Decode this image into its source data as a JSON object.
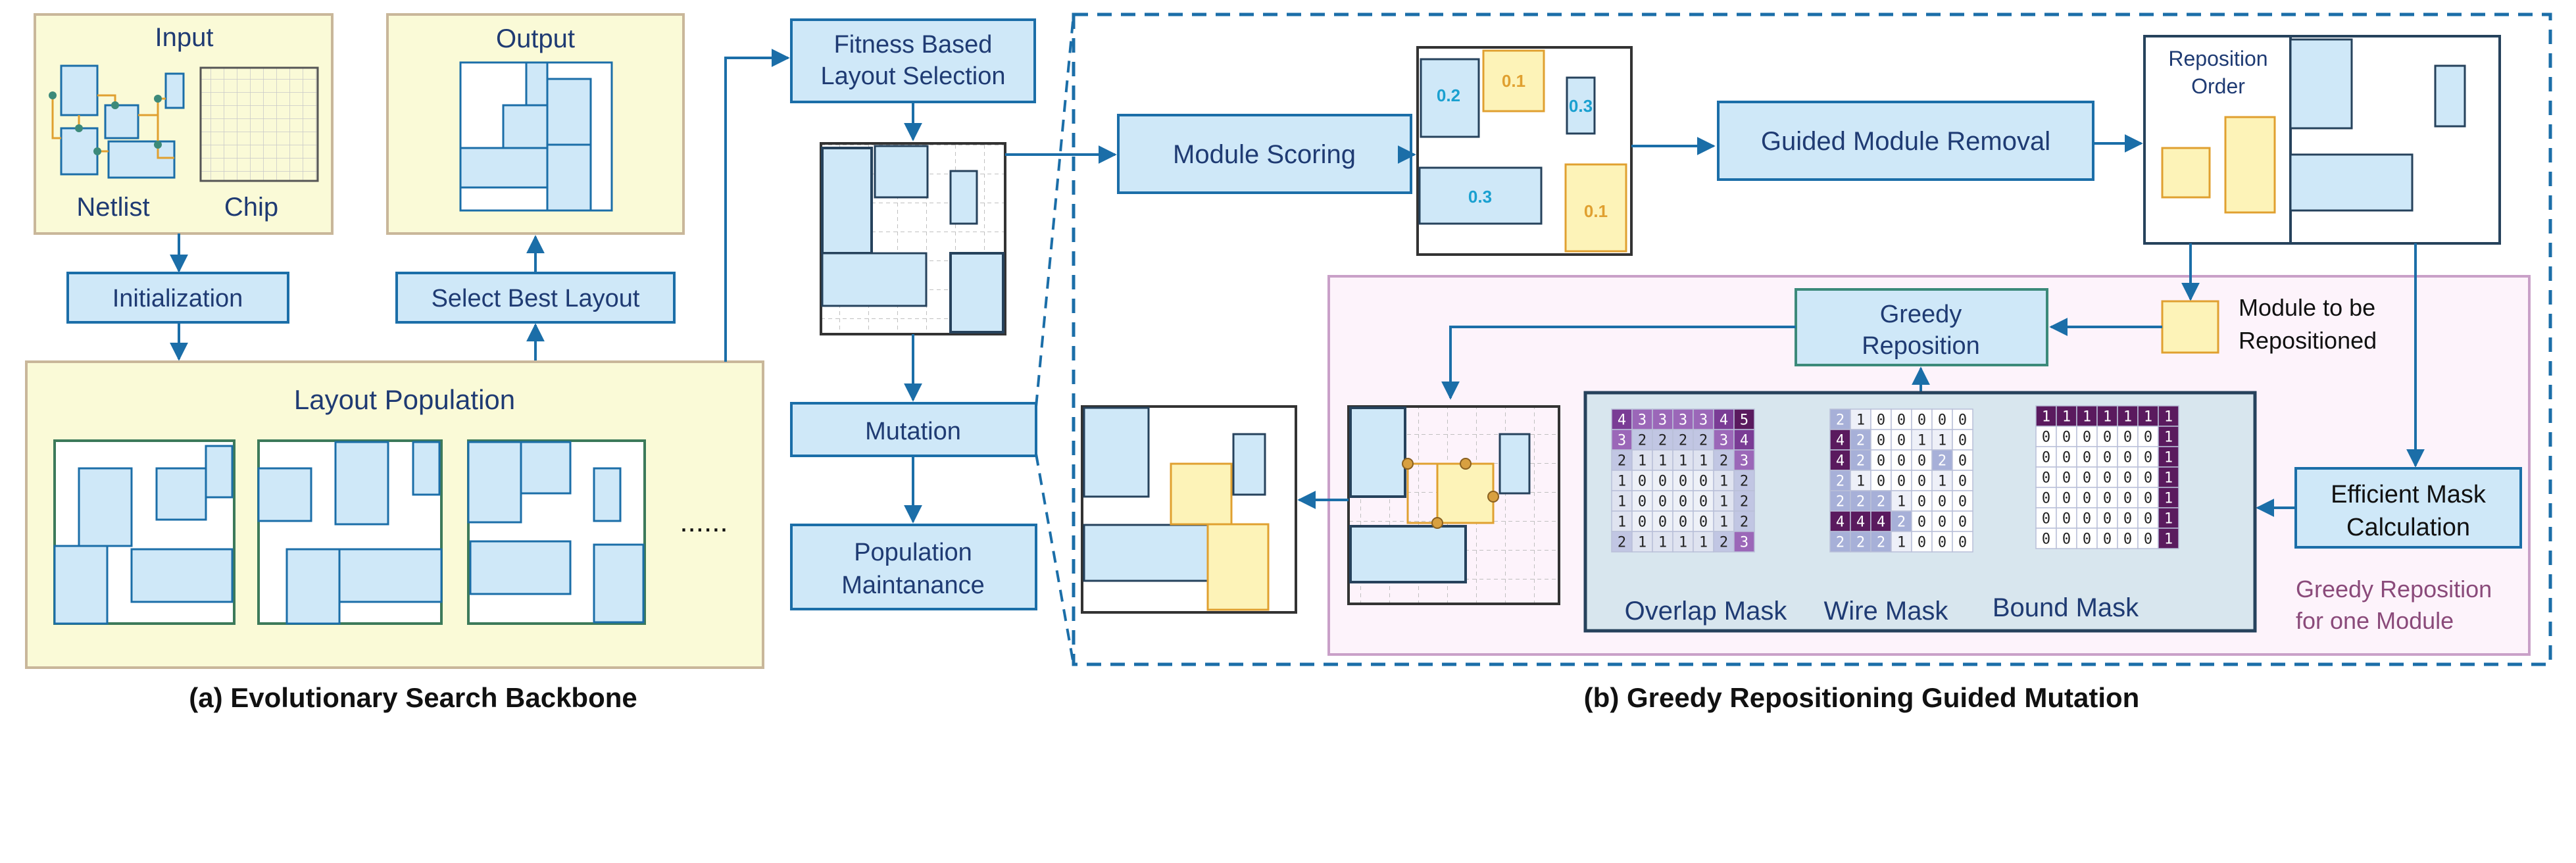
{
  "colors": {
    "cream": "#fafad7",
    "cream_border": "#c9b79a",
    "blue_fill": "#cfe8f8",
    "blue_stroke": "#1b6ea8",
    "yellow_fill": "#fdf3b8",
    "yellow_stroke": "#e0a030",
    "pink_fill": "#fdf3fb",
    "pink_stroke": "#c9a0c8",
    "green_stroke": "#3c8a7a",
    "purple_dark": "#5a1a5e",
    "purple_mid": "#9b67b8",
    "purple_light": "#a7b0d8",
    "label_blue": "#1f3b73",
    "magenta_text": "#8a4a7a"
  },
  "left_panel": {
    "input_title": "Input",
    "netlist_label": "Netlist",
    "chip_label": "Chip",
    "output_title": "Output",
    "initialization": "Initialization",
    "select_best": "Select Best Layout",
    "population_title": "Layout Population",
    "ellipsis": "......",
    "caption": "(a) Evolutionary Search Backbone"
  },
  "middle": {
    "fitness_line1": "Fitness Based",
    "fitness_line2": "Layout Selection",
    "mutation": "Mutation",
    "population_line1": "Population",
    "population_line2": "Maintanance"
  },
  "right_panel": {
    "module_scoring": "Module Scoring",
    "scores": [
      "0.2",
      "0.1",
      "0.3",
      "0.3",
      "0.1"
    ],
    "guided_removal": "Guided Module Removal",
    "reposition_order_line1": "Reposition",
    "reposition_order_line2": "Order",
    "greedy_line1": "Greedy",
    "greedy_line2": "Reposition",
    "module_to_be_line1": "Module to be",
    "module_to_be_line2": "Repositioned",
    "efficient_line1": "Efficient Mask",
    "efficient_line2": "Calculation",
    "greedy_one_line1": "Greedy Reposition",
    "greedy_one_line2": "for one Module",
    "overlap_label": "Overlap Mask",
    "wire_label": "Wire Mask",
    "bound_label": "Bound Mask",
    "caption": "(b) Greedy Repositioning Guided Mutation"
  },
  "masks": {
    "overlap": [
      [
        4,
        3,
        3,
        3,
        3,
        4,
        5
      ],
      [
        3,
        2,
        2,
        2,
        2,
        3,
        4
      ],
      [
        2,
        1,
        1,
        1,
        1,
        2,
        3
      ],
      [
        1,
        0,
        0,
        0,
        0,
        1,
        2
      ],
      [
        1,
        0,
        0,
        0,
        0,
        1,
        2
      ],
      [
        1,
        0,
        0,
        0,
        0,
        1,
        2
      ],
      [
        2,
        1,
        1,
        1,
        1,
        2,
        3
      ]
    ],
    "wire": [
      [
        2,
        1,
        0,
        0,
        0,
        0,
        0
      ],
      [
        4,
        2,
        0,
        0,
        1,
        1,
        0
      ],
      [
        4,
        2,
        0,
        0,
        0,
        2,
        0
      ],
      [
        2,
        1,
        0,
        0,
        0,
        1,
        0
      ],
      [
        2,
        2,
        2,
        1,
        0,
        0,
        0
      ],
      [
        4,
        4,
        4,
        2,
        0,
        0,
        0
      ],
      [
        2,
        2,
        2,
        1,
        0,
        0,
        0
      ]
    ],
    "bound": [
      [
        1,
        1,
        1,
        1,
        1,
        1,
        1
      ],
      [
        0,
        0,
        0,
        0,
        0,
        0,
        1
      ],
      [
        0,
        0,
        0,
        0,
        0,
        0,
        1
      ],
      [
        0,
        0,
        0,
        0,
        0,
        0,
        1
      ],
      [
        0,
        0,
        0,
        0,
        0,
        0,
        1
      ],
      [
        0,
        0,
        0,
        0,
        0,
        0,
        1
      ],
      [
        0,
        0,
        0,
        0,
        0,
        0,
        1
      ]
    ]
  }
}
